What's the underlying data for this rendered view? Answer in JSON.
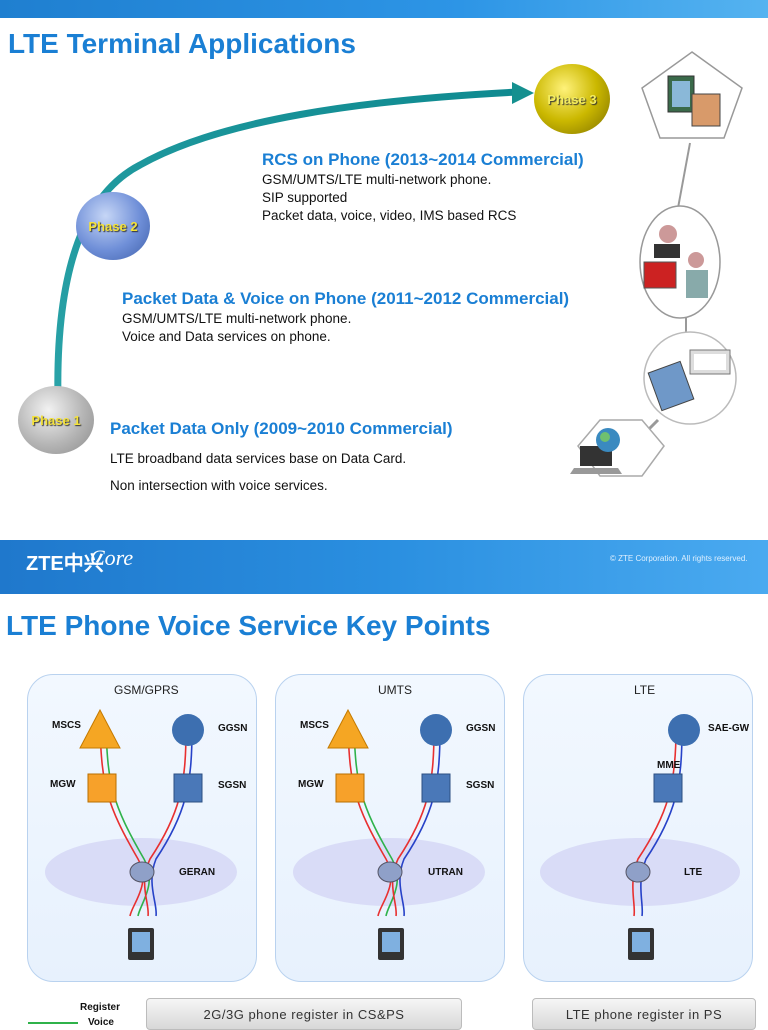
{
  "slide1": {
    "title": "LTE Terminal Applications",
    "phases": [
      "Phase 1",
      "Phase 2",
      "Phase 3"
    ],
    "sections": [
      {
        "title": "RCS on Phone (2013~2014 Commercial)",
        "lines": [
          "GSM/UMTS/LTE multi-network phone.",
          "SIP supported",
          "Packet data, voice, video, IMS based RCS"
        ]
      },
      {
        "title": "Packet Data & Voice on Phone (2011~2012 Commercial)",
        "lines": [
          "GSM/UMTS/LTE multi-network phone.",
          "Voice and Data services on phone."
        ]
      },
      {
        "title": "Packet Data Only (2009~2010 Commercial)",
        "lines": [
          "LTE broadband data services base on Data Card.",
          "Non intersection with voice services."
        ]
      }
    ]
  },
  "banner": {
    "logo_text": "ZTE中兴",
    "logo_script": "Core",
    "copyright": "© ZTE Corporation. All rights reserved."
  },
  "slide2": {
    "title": "LTE Phone Voice Service Key Points",
    "panels": [
      {
        "title": "GSM/GPRS",
        "nodes": [
          "MSCS",
          "GGSN",
          "MGW",
          "SGSN",
          "GERAN"
        ]
      },
      {
        "title": "UMTS",
        "nodes": [
          "MSCS",
          "GGSN",
          "MGW",
          "SGSN",
          "UTRAN"
        ]
      },
      {
        "title": "LTE",
        "nodes": [
          "SAE-GW",
          "MME",
          "LTE"
        ]
      }
    ],
    "legend": [
      "Register",
      "Voice"
    ],
    "buttons": [
      "2G/3G phone register in CS&PS",
      "LTE phone register in PS"
    ],
    "colors": {
      "register": "#e83030",
      "voice": "#2fb24a",
      "data": "#2742c8"
    }
  }
}
